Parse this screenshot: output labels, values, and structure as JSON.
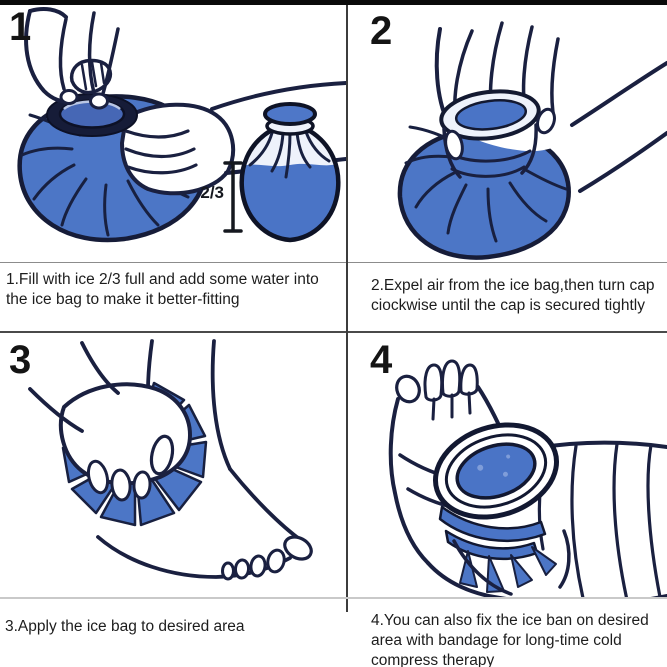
{
  "colors": {
    "bag_blue": "#4c76c6",
    "bag_blue_light": "#eef2fb",
    "outline_navy": "#1a2040",
    "top_bar": "#0a0a0a",
    "divider_dark": "#3c3c3c",
    "text": "#1d1d1d"
  },
  "panels": [
    {
      "number": "1",
      "fill_level_label": "2/3",
      "caption_lines": [
        "1.Fill with ice 2/3 full and add some water into",
        "the ice bag to make it better-fitting"
      ]
    },
    {
      "number": "2",
      "caption_lines": [
        "2.Expel air from the ice bag,then turn cap",
        "ciockwise until the cap is secured tightly"
      ]
    },
    {
      "number": "3",
      "caption_lines": [
        "3.Apply the ice bag to desired area"
      ]
    },
    {
      "number": "4",
      "caption_lines": [
        "4.You can also fix the ice ban on desired",
        "area with bandage for long-time cold",
        "compress therapy"
      ]
    }
  ]
}
